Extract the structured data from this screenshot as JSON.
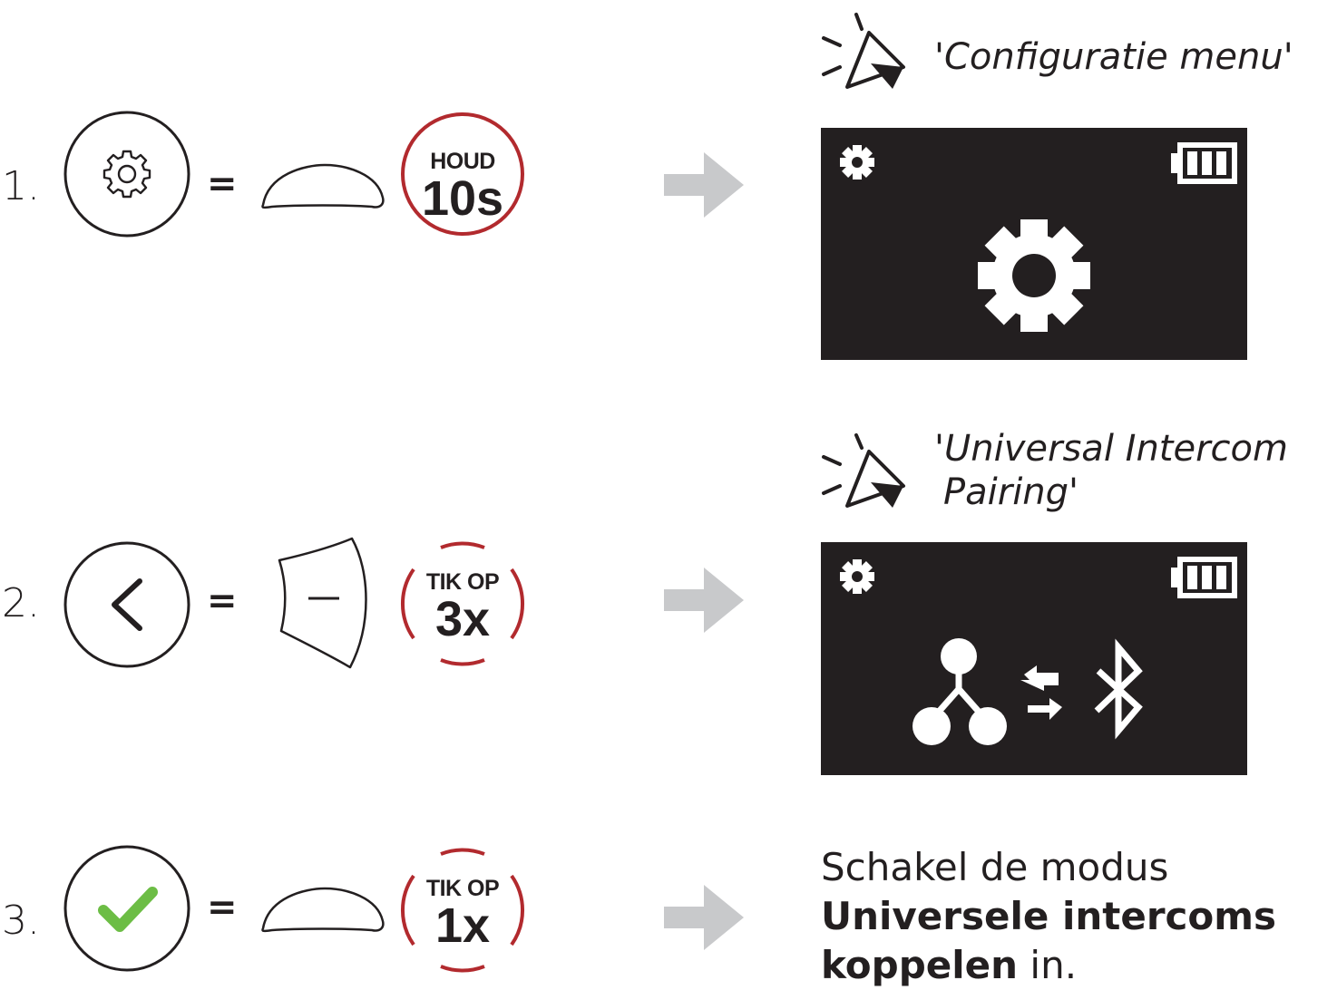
{
  "steps": [
    {
      "number": "1.",
      "button_icon": "gear-icon",
      "equals": "=",
      "device_button": "center-button-icon",
      "action_top": "HOUD",
      "action_main": "10s",
      "screen_icon": "gear-icon"
    },
    {
      "number": "2.",
      "button_icon": "chevron-left-icon",
      "equals": "=",
      "device_button": "minus-button-icon",
      "action_top": "TIK OP",
      "action_main": "3x",
      "screen_icon": "universal-intercom-bluetooth-icon"
    },
    {
      "number": "3.",
      "button_icon": "checkmark-icon",
      "equals": "=",
      "device_button": "center-button-icon",
      "action_top": "TIK OP",
      "action_main": "1x"
    }
  ],
  "voice_prompts": {
    "step1": "'Configuratie menu'",
    "step2_line1": "'Universal Intercom",
    "step2_line2": "Pairing'"
  },
  "result": {
    "line1": "Schakel de modus",
    "bold1": "Universele intercoms",
    "bold2": "koppelen",
    "tail": " in."
  },
  "colors": {
    "red_accent": "#b22a2e",
    "green_check": "#6cbd45",
    "arrow_gray": "#c8c9cb",
    "screen_bg": "#231f20"
  }
}
